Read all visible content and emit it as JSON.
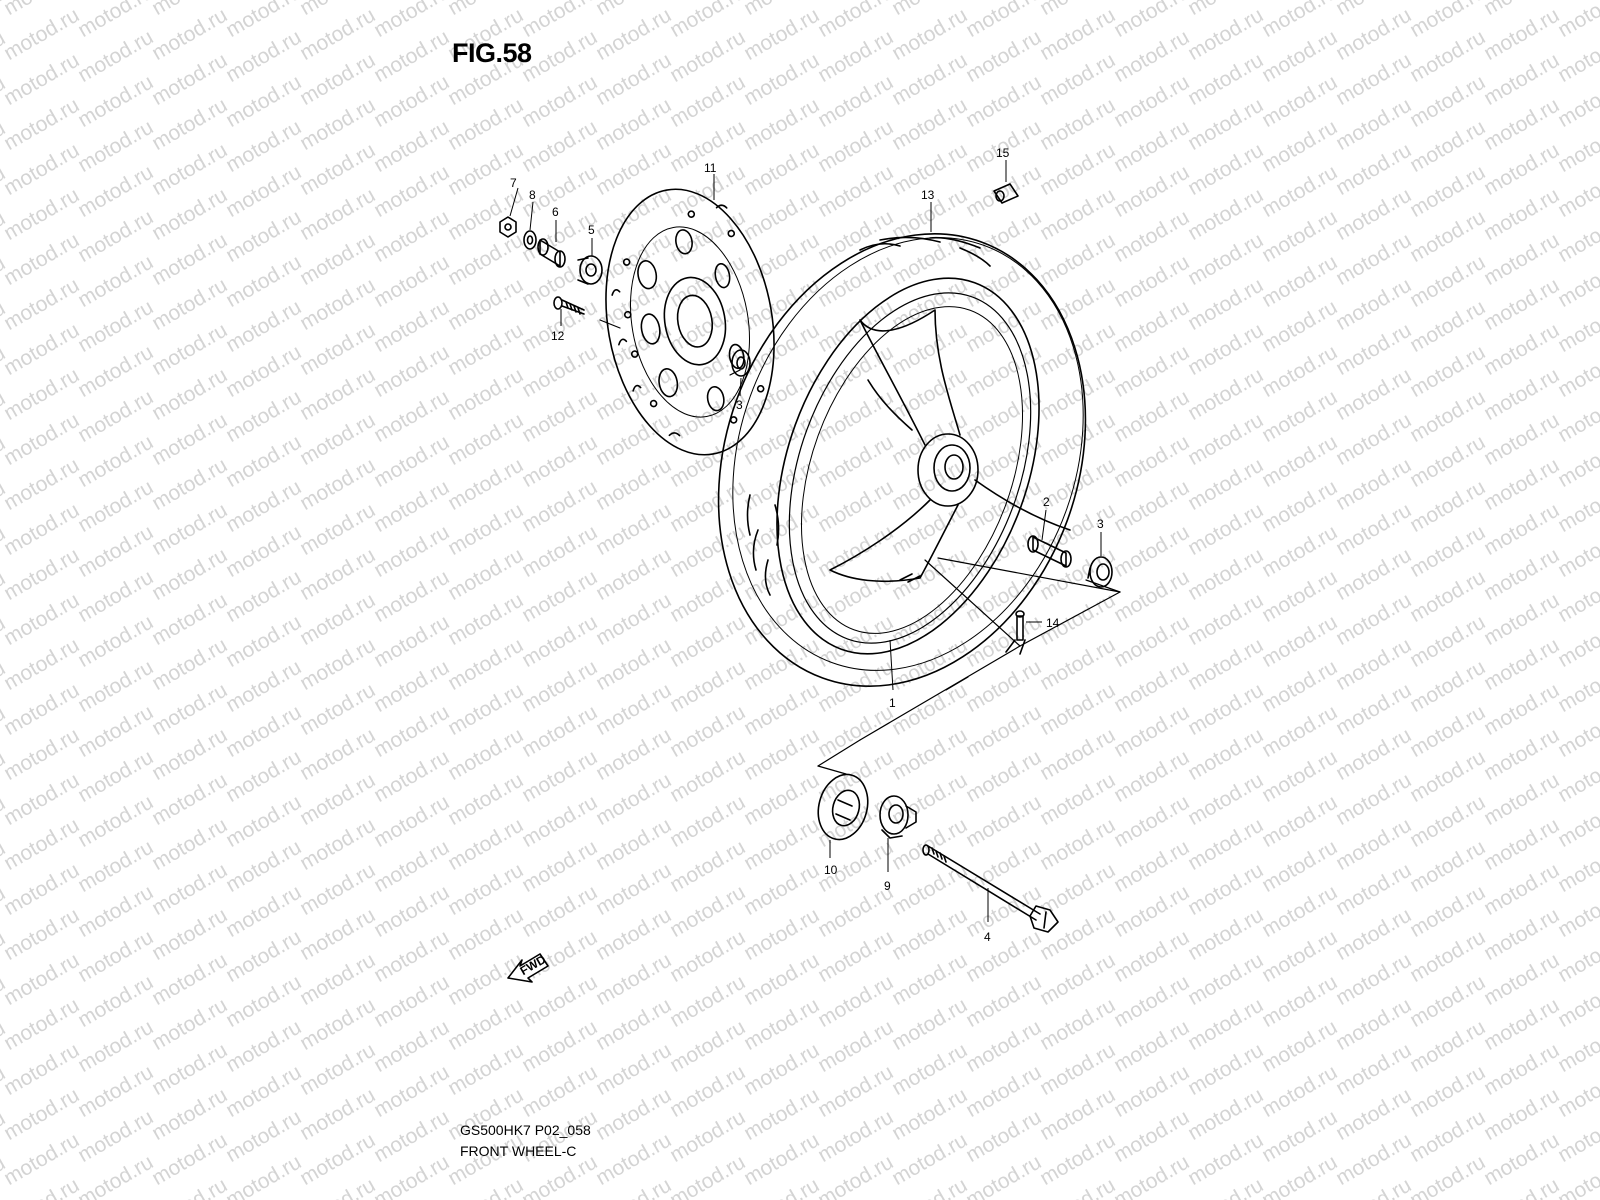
{
  "figure": {
    "title": "FIG.58",
    "code": "GS500HK7 P02_058",
    "name": "FRONT WHEEL-C"
  },
  "watermark": "motod.ru",
  "fwd_badge": "FWD",
  "callouts": [
    {
      "id": "1",
      "label": "1"
    },
    {
      "id": "2",
      "label": "2"
    },
    {
      "id": "3a",
      "label": "3"
    },
    {
      "id": "3b",
      "label": "3"
    },
    {
      "id": "4",
      "label": "4"
    },
    {
      "id": "5",
      "label": "5"
    },
    {
      "id": "6",
      "label": "6"
    },
    {
      "id": "7",
      "label": "7"
    },
    {
      "id": "8",
      "label": "8"
    },
    {
      "id": "9",
      "label": "9"
    },
    {
      "id": "10",
      "label": "10"
    },
    {
      "id": "11",
      "label": "11"
    },
    {
      "id": "12",
      "label": "12"
    },
    {
      "id": "13",
      "label": "13"
    },
    {
      "id": "14",
      "label": "14"
    },
    {
      "id": "15",
      "label": "15"
    }
  ]
}
